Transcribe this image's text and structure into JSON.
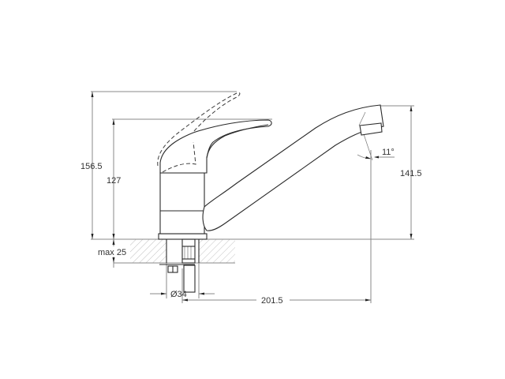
{
  "drawing": {
    "subject": "single-lever sink mixer faucet – side elevation",
    "dimensions": {
      "overall_height": "156.5",
      "body_height": "127",
      "spout_height": "141.5",
      "counter_thickness": "max 25",
      "hole_diameter": "Ø34",
      "spout_reach": "201.5",
      "spout_angle": "11°"
    },
    "colors": {
      "line": "#2a2a2a",
      "dimension_line": "#8a8a8a",
      "hatch": "#9a9a9a",
      "background": "#ffffff"
    }
  }
}
